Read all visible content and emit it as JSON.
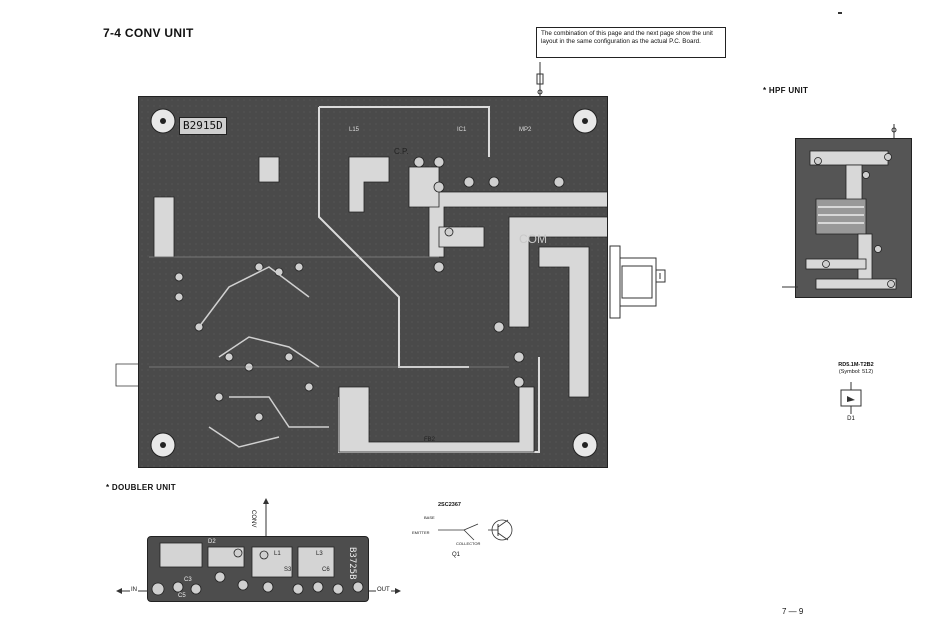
{
  "page": {
    "title": "7-4  CONV UNIT",
    "note": "The combination of this page and the next page show the unit layout in the same configuration as the actual P.C. Board.",
    "page_number": "7 — 9"
  },
  "conv_unit": {
    "board_code": "B2915D",
    "labels": {
      "cp": "C.P.",
      "com": "COM",
      "fb2": "FB2",
      "ic1": "IC1",
      "l15": "L15",
      "mp": "MP2"
    }
  },
  "hpf_unit": {
    "title": "* HPF UNIT",
    "diode_part": "RD5.1M-T2B2",
    "diode_symbol": "(Symbol: 512)",
    "diode_ref": "D1"
  },
  "doubler_unit": {
    "title": "* DOUBLER UNIT",
    "board_code": "B3725B",
    "conv_label": "CONV",
    "in_label": "IN",
    "out_label": "OUT",
    "labels": {
      "d2": "D2",
      "c3": "C3",
      "c5": "C5",
      "l1": "L1",
      "l3": "L3",
      "s3": "S3",
      "c6": "C6"
    }
  },
  "transistor": {
    "part": "2SC2367",
    "base": "BASE",
    "emitter": "EMITTER",
    "collector": "COLLECTOR",
    "ref": "Q1"
  }
}
